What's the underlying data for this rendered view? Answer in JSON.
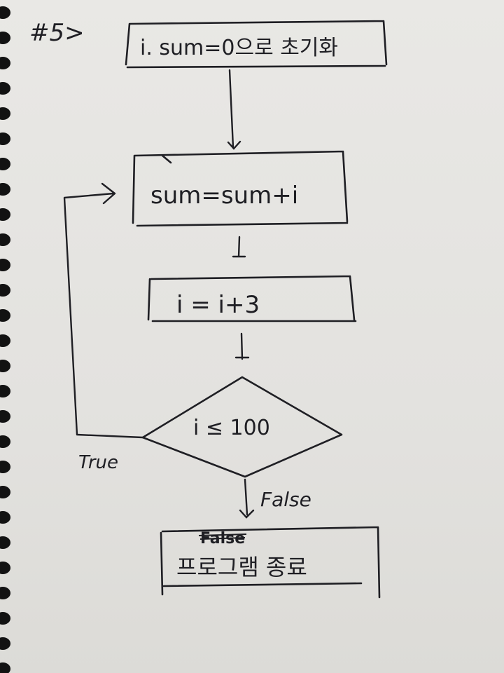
{
  "page_label": "#5>",
  "steps": {
    "init": "i. sum=0으로 초기화",
    "accumulate": "sum=sum+i",
    "increment": "i = i+3",
    "condition": "i ≤ 100",
    "end_strikethrough": "False",
    "end": "프로그램 종료"
  },
  "edges": {
    "true_label": "True",
    "false_label": "False"
  },
  "colors": {
    "ink": "#1f1f24",
    "paper": "#e7e6e3",
    "binding": "#121212"
  }
}
